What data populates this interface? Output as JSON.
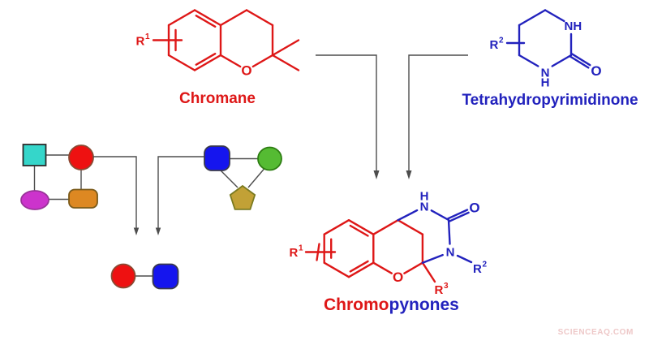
{
  "colors": {
    "red": "#de1717",
    "blue": "#2222bd",
    "line": "#4d4d4d",
    "watermark": "#eec8c8",
    "cyan_fill": "#35d6ca",
    "cyan_stroke": "#2b2b2b",
    "node_red_fill": "#ee1111",
    "node_red_stroke": "#8a4a33",
    "magenta_fill": "#cc33cc",
    "magenta_stroke": "#993399",
    "orange_fill": "#dd8822",
    "orange_stroke": "#7a5a1a",
    "node_blue_fill": "#1515ee",
    "node_blue_stroke": "#3a3a4d",
    "green_fill": "#55bb33",
    "green_stroke": "#2d7d12",
    "pentagon_fill": "#c2a136",
    "pentagon_stroke": "#7a7a20"
  },
  "reactants": {
    "chromane": {
      "name": "Chromane",
      "r_label": "R",
      "r_sup": "1",
      "o_atom": "O"
    },
    "tetrahydropyrimidinone": {
      "name": "Tetrahydropyrimidinone",
      "r_label": "R",
      "r_sup": "2",
      "nh_atom": "NH",
      "n_atom": "N",
      "h_atom": "H",
      "o_atom": "O"
    }
  },
  "product": {
    "name_part1": "Chromo",
    "name_part2": "pynones",
    "r1_label": "R",
    "r1_sup": "1",
    "r2_label": "R",
    "r2_sup": "2",
    "r3_label": "R",
    "r3_sup": "3",
    "h_atom": "H",
    "n1_atom": "N",
    "n3_atom": "N",
    "o_ring": "O",
    "o_carbonyl": "O"
  },
  "watermark": "SCIENCEAQ.COM"
}
